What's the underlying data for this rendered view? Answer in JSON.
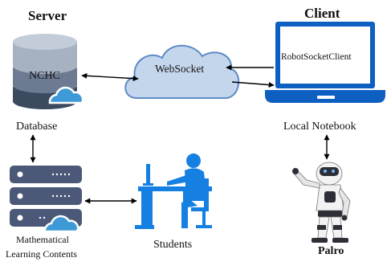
{
  "labels": {
    "server": "Server",
    "client": "Client",
    "nchc": "NCHC",
    "database": "Database",
    "websocket": "WebSocket",
    "robot_socket_client": "RobotSocketClient",
    "local_notebook": "Local Notebook",
    "math_line1": "Mathematical",
    "math_line2": "Learning Contents",
    "students": "Students",
    "palro": "Palro"
  },
  "colors": {
    "db_dark": "#3c4a60",
    "db_mid": "#6c7a92",
    "db_light": "#a6b1c2",
    "cloud_blue": "#3d9ad6",
    "cloud_light": "#c4d6ec",
    "cloud_stroke": "#5d8bc5",
    "laptop_blue": "#0d5fc2",
    "server_navy": "#4b5878",
    "student_blue": "#1680e2",
    "robot_white": "#f2f2f2",
    "robot_dark": "#2c2f36",
    "arrow": "#000000"
  },
  "icons": {
    "database": "database-cloud-icon",
    "websocket": "cloud-icon",
    "notebook": "laptop-icon",
    "server_rack": "server-rack-cloud-icon",
    "students": "student-at-desk-icon",
    "robot": "palro-robot-icon"
  }
}
